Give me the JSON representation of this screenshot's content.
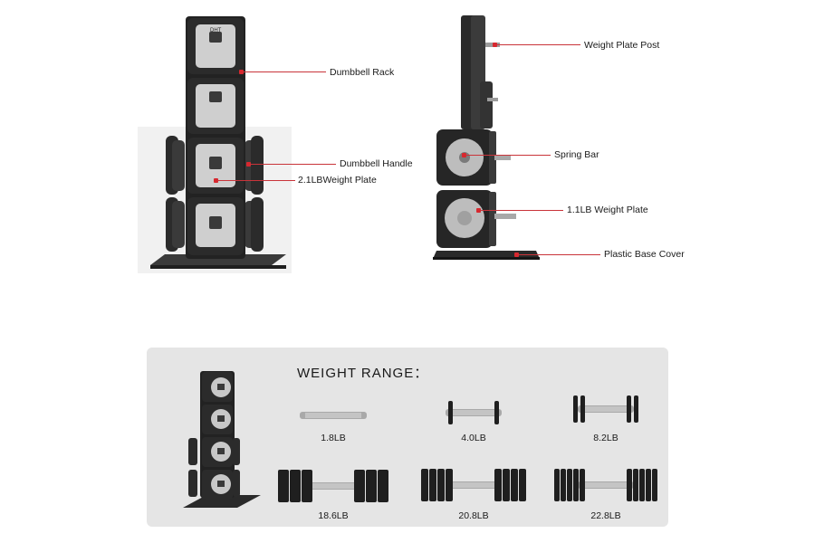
{
  "callouts": {
    "dumbbell_rack": "Dumbbell Rack",
    "dumbbell_handle": "Dumbbell Handle",
    "weight_plate_2_1": "2.1LBWeight Plate",
    "weight_plate_post": "Weight Plate Post",
    "spring_bar": "Spring Bar",
    "weight_plate_1_1": "1.1LB Weight Plate",
    "plastic_base_cover": "Plastic Base Cover"
  },
  "weight_range": {
    "title": "WEIGHT RANGE：",
    "items": [
      {
        "label": "1.8LB",
        "plates": 0
      },
      {
        "label": "4.0LB",
        "plates": 1
      },
      {
        "label": "8.2LB",
        "plates": 2
      },
      {
        "label": "18.6LB",
        "plates": 3
      },
      {
        "label": "20.8LB",
        "plates": 4
      },
      {
        "label": "22.8LB",
        "plates": 5
      }
    ]
  },
  "brand_mark": "DHT",
  "colors": {
    "accent": "#d7282f",
    "plate_dark": "#2b2b2b",
    "plate_face": "#bdbdbd",
    "panel": "#e5e5e5"
  }
}
